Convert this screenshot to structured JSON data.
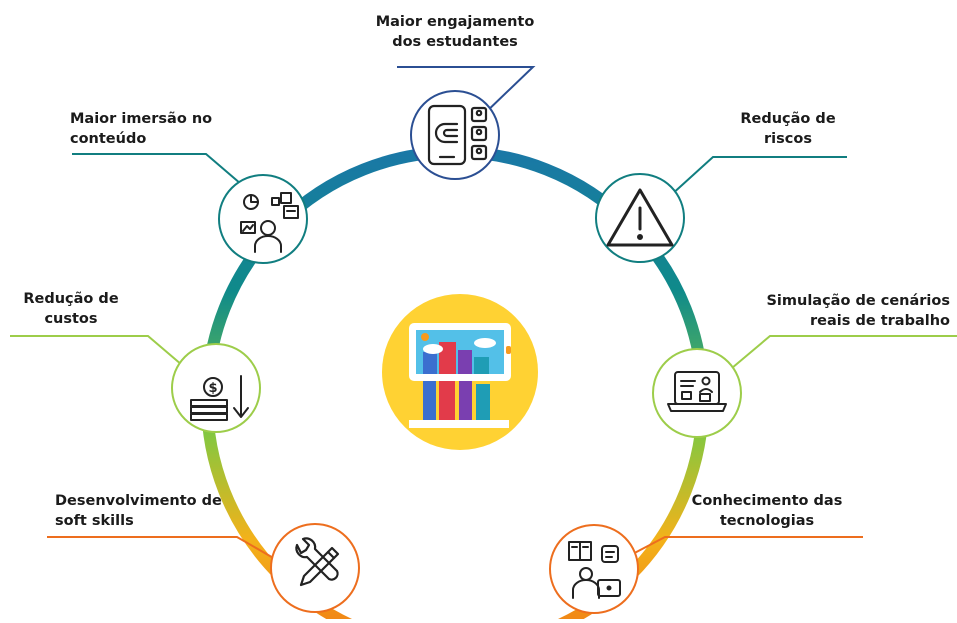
{
  "colors": {
    "ring_top": "#1a78a6",
    "ring_teal": "#0f8a8a",
    "ring_green": "#7ac943",
    "ring_orange": "#f07a14",
    "line_navy": "#2b4f93",
    "line_teal": "#117e80",
    "line_green": "#9dcd4a",
    "line_orange": "#ed6e1e",
    "icon_stroke": "#222222"
  },
  "center_icon": "city-mobile-app-icon",
  "benefits": [
    {
      "id": "engajamento",
      "icon": "magnet-engagement-icon",
      "lines": [
        "Maior engajamento",
        "dos estudantes"
      ]
    },
    {
      "id": "riscos",
      "icon": "warning-icon",
      "lines": [
        "Redução de",
        "riscos"
      ]
    },
    {
      "id": "simulacao",
      "icon": "laptop-simulation-icon",
      "lines": [
        "Simulação de cenários",
        "reais de trabalho"
      ]
    },
    {
      "id": "tecnologias",
      "icon": "person-learning-icon",
      "lines": [
        "Conhecimento das",
        "tecnologias"
      ]
    },
    {
      "id": "softskills",
      "icon": "tools-icon",
      "lines": [
        "Desenvolvimento de",
        "soft skills"
      ]
    },
    {
      "id": "custos",
      "icon": "cost-reduction-icon",
      "lines": [
        "Redução de",
        "custos"
      ]
    },
    {
      "id": "imersao",
      "icon": "immersion-content-icon",
      "lines": [
        "Maior imersão no",
        "conteúdo"
      ]
    }
  ]
}
